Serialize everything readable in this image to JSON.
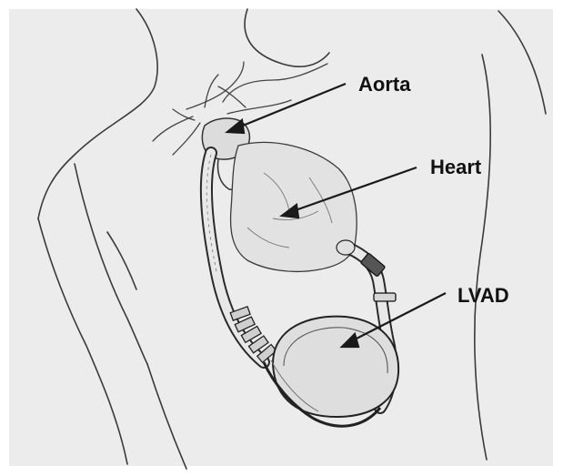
{
  "labels": {
    "aorta": "Aorta",
    "heart": "Heart",
    "lvad": "LVAD"
  },
  "colors": {
    "paper": "#ececec",
    "ink": "#1a1a1a",
    "sketch": "#555555"
  }
}
